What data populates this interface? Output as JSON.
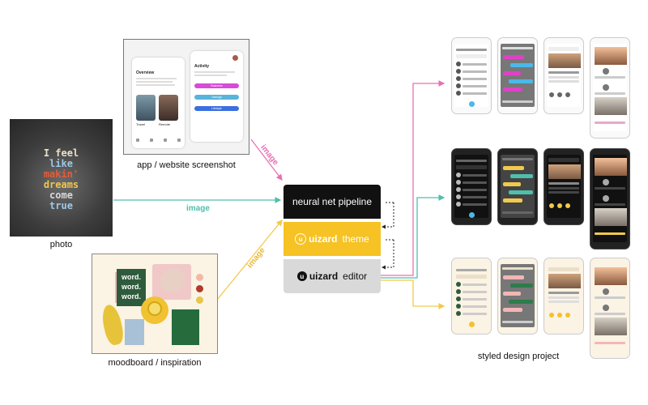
{
  "inputs": {
    "photo": {
      "label": "photo",
      "text_lines": [
        "I feel",
        "like",
        "makin'",
        "dreams",
        "come",
        "true"
      ]
    },
    "screenshot": {
      "label": "app / website screenshot",
      "left_title": "Overview",
      "right_title": "Activity",
      "buttons": [
        "Business",
        "Savings",
        "Lifestyle"
      ],
      "cards": [
        "Travel",
        "Remote"
      ]
    },
    "moodboard": {
      "label": "moodboard / inspiration",
      "word_lines": [
        "word.",
        "word.",
        "word."
      ]
    }
  },
  "arrows": {
    "from_screenshot": "image",
    "from_photo": "image",
    "from_moodboard": "image"
  },
  "pipeline": {
    "neural": "neural net pipeline",
    "brand": "uizard",
    "theme": "theme",
    "editor": "editor"
  },
  "output": {
    "label": "styled design project"
  },
  "colors": {
    "pink": "#e870b4",
    "teal": "#4fbfad",
    "yellow": "#f2c94c",
    "pipe_dark": "#111111",
    "pipe_yellow": "#f6c224",
    "pipe_gray": "#d9d9d9"
  }
}
